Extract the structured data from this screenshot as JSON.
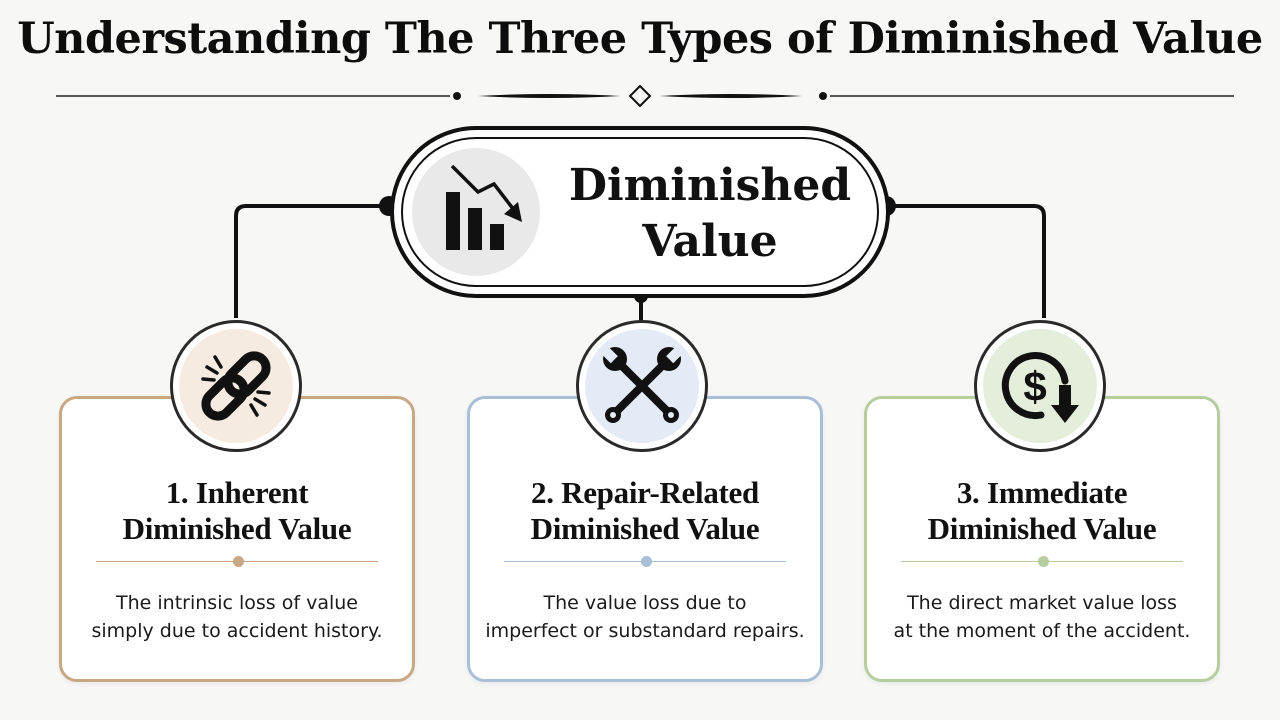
{
  "header": {
    "title": "Understanding The Three Types of Diminished Value"
  },
  "center": {
    "line1": "Diminished",
    "line2": "Value",
    "icon": "bar-chart-down-icon"
  },
  "cards": [
    {
      "title_line1": "1. Inherent",
      "title_line2": "Diminished Value",
      "desc_line1": "The intrinsic loss of value",
      "desc_line2": "simply due to accident history.",
      "icon": "broken-link-icon",
      "accent": "#c9a784",
      "tint": "#f6ebe0"
    },
    {
      "title_line1": "2. Repair-Related",
      "title_line2": "Diminished Value",
      "desc_line1": "The value loss due to",
      "desc_line2": "imperfect or substandard repairs.",
      "icon": "wrench-cross-icon",
      "accent": "#a9bfd8",
      "tint": "#e4ebf6"
    },
    {
      "title_line1": "3. Immediate",
      "title_line2": "Diminished Value",
      "desc_line1": "The direct market value loss",
      "desc_line2": "at the moment of the accident.",
      "icon": "dollar-down-icon",
      "accent": "#b6cda0",
      "tint": "#e4eedb"
    }
  ]
}
